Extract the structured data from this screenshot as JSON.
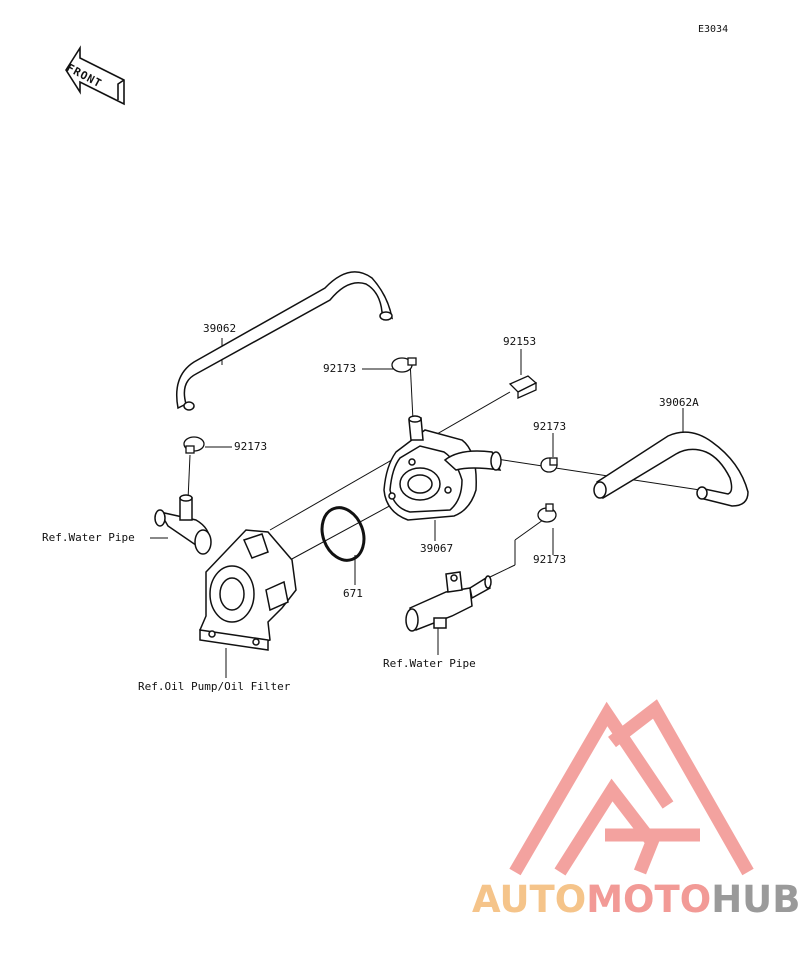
{
  "diagram_code": "E3034",
  "front_marker": "FRONT",
  "parts": {
    "hose_main": "39062",
    "clamp_top": "92173",
    "clamp_left": "92173",
    "bolt": "92153",
    "hose_side": "39062A",
    "clamp_right_top": "92173",
    "clamp_right_bottom": "92173",
    "oil_cooler": "39067",
    "o_ring": "671"
  },
  "references": {
    "water_pipe_left": "Ref.Water Pipe",
    "water_pipe_right": "Ref.Water Pipe",
    "oil_pump_filter": "Ref.Oil Pump/Oil Filter"
  },
  "watermark": {
    "part1": "AUTO",
    "part2": "MOTO",
    "part3": "HUB",
    "colors": {
      "auto": "#f5c48a",
      "moto": "#f29a96",
      "hub": "#9a9a9a",
      "triangle": "#f0837f"
    }
  }
}
